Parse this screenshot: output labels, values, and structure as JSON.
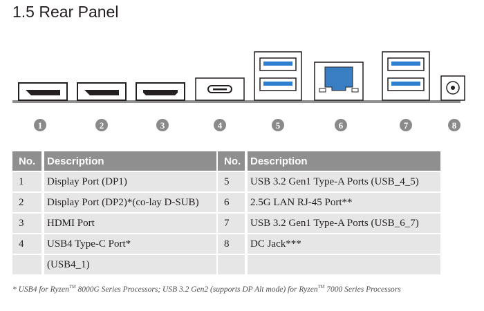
{
  "section_title": "1.5  Rear Panel",
  "ports": [
    {
      "number": "1",
      "icon": "displayport-icon"
    },
    {
      "number": "2",
      "icon": "displayport-icon"
    },
    {
      "number": "3",
      "icon": "hdmi-icon"
    },
    {
      "number": "4",
      "icon": "usb-c-icon"
    },
    {
      "number": "5",
      "icon": "usb-a-double-icon"
    },
    {
      "number": "6",
      "icon": "rj45-icon"
    },
    {
      "number": "7",
      "icon": "usb-a-double-icon"
    },
    {
      "number": "8",
      "icon": "dc-jack-icon"
    }
  ],
  "table": {
    "header_no": "No.",
    "header_desc": "Description",
    "left_rows": [
      {
        "no": "1",
        "desc": "Display Port (DP1)"
      },
      {
        "no": "2",
        "desc": "Display Port (DP2)*(co-lay D-SUB)"
      },
      {
        "no": "3",
        "desc": "HDMI Port"
      },
      {
        "no": "4",
        "desc": "USB4 Type-C Port*"
      },
      {
        "no": "",
        "desc": "(USB4_1)"
      }
    ],
    "right_rows": [
      {
        "no": "5",
        "desc": "USB 3.2 Gen1 Type-A Ports (USB_4_5)"
      },
      {
        "no": "6",
        "desc": "2.5G LAN RJ-45 Port**"
      },
      {
        "no": "7",
        "desc": "USB 3.2 Gen1 Type-A Ports (USB_6_7)"
      },
      {
        "no": "8",
        "desc": "DC Jack***"
      },
      {
        "no": "",
        "desc": ""
      }
    ]
  },
  "footnote": {
    "p1": "* USB4 for Ryzen",
    "tm1": "TM",
    "p2": " 8000G Series Processors; USB 3.2 Gen2 (supports DP Alt mode) for Ryzen",
    "tm2": "TM",
    "p3": " 7000 Series Processors"
  },
  "colors": {
    "usb_blue": "#2e7fcf",
    "lan_blue": "#3a7fc4",
    "panel_gray": "#8f8f8f",
    "header_gray": "#8f8f8f",
    "row_gray": "#e6e6e6",
    "number_badge": "#8a8a8a"
  }
}
